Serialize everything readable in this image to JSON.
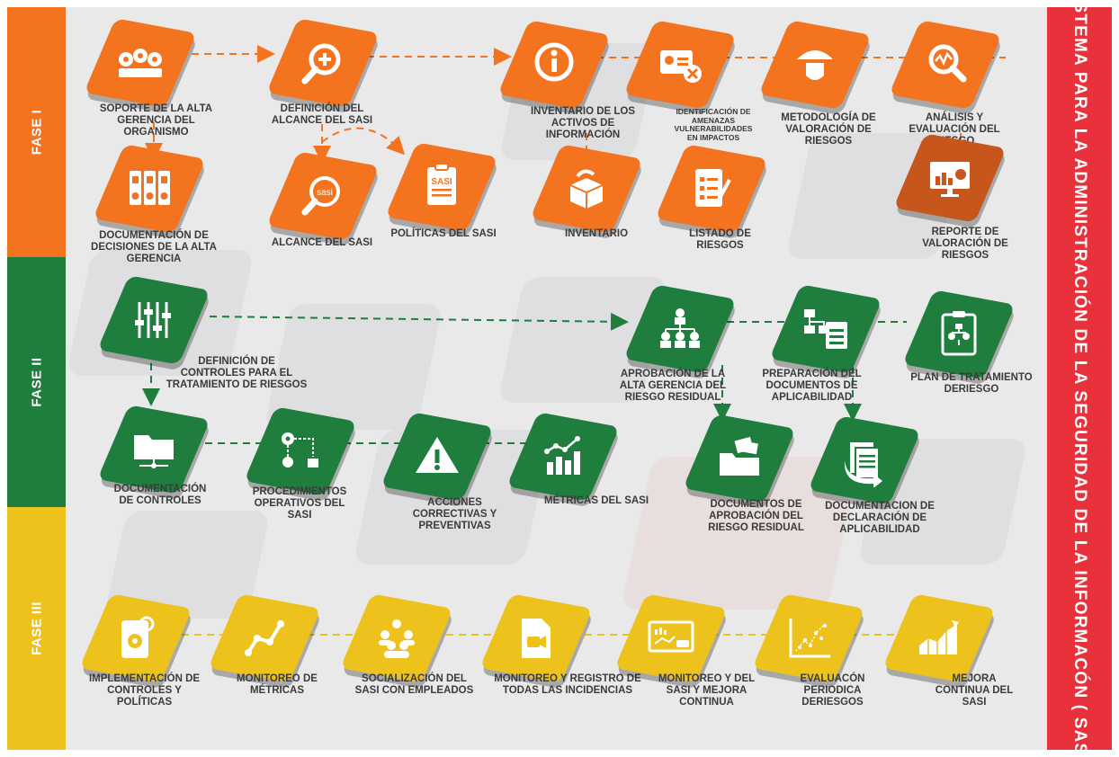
{
  "side_title": "SISTEMA PARA LA ADMINISTRACIÓN DE LA SEGURIDAD DE LA INFORMACÓN ( SASI )",
  "phases": {
    "f1": {
      "label": "FASE I",
      "color": "#f3731f"
    },
    "f2": {
      "label": "FASE II",
      "color": "#1f7d3e"
    },
    "f3": {
      "label": "FASE III",
      "color": "#edc21c"
    }
  },
  "phase1": {
    "soporte": {
      "label": "SOPORTE DE LA ALTA GERENCIA DEL ORGANISMO",
      "icon": "gears-icon"
    },
    "definicion_alcance": {
      "label": "DEFINICIÓN DEL ALCANCE DEL SASI",
      "icon": "magnifier-plus-icon"
    },
    "inventario_activos": {
      "label": "INVENTARIO DE LOS ACTIVOS DE INFORMACIÓN",
      "icon": "info-icon"
    },
    "identificacion": {
      "label": "IDENTIFICACIÓN DE AMENAZAS VULNERABILIDADES EN IMPACTOS",
      "icon": "id-card-x-icon"
    },
    "metodologia": {
      "label": "METODOLOGÍA DE VALORACIÓN DE RIESGOS",
      "icon": "umbrella-shield-icon"
    },
    "analisis": {
      "label": "ANÁLISIS Y EVALUACIÓN DEL RIESGO",
      "icon": "magnifier-chart-icon"
    },
    "documentacion_decisiones": {
      "label": "DOCUMENTACIÓN DE DECISIONES DE LA ALTA GERENCIA",
      "icon": "binders-icon"
    },
    "alcance_sasi": {
      "label": "ALCANCE DEL SASI",
      "icon": "magnifier-sasi-icon",
      "icon_text": "sasi"
    },
    "politicas": {
      "label": "POLÍTICAS DEL SASI",
      "icon": "clipboard-sasi-icon",
      "icon_text": "SASI"
    },
    "inventario": {
      "label": "INVENTARIO",
      "icon": "box-icon"
    },
    "listado_riesgos": {
      "label": "LISTADO DE RIESGOS",
      "icon": "checklist-icon"
    },
    "reporte": {
      "label": "REPORTE DE VALORACIÓN DE RIESGOS",
      "icon": "monitor-report-icon"
    }
  },
  "phase2": {
    "definicion_controles": {
      "label": "DEFINICIÓN DE CONTROLES PARA EL TRATAMIENTO DE RIESGOS",
      "icon": "sliders-icon"
    },
    "aprobacion": {
      "label": "APROBACIÓN DE LA ALTA GERENCIA DEL RIESGO RESIDUAL",
      "icon": "org-chart-icon"
    },
    "preparacion": {
      "label": "PREPARACIÓN DEL DOCUMENTOS DE APLICABILIDAD",
      "icon": "flowchart-clipboard-icon"
    },
    "plan_tratamiento": {
      "label": "PLAN DE TRATAMIENTO DERIESGO",
      "icon": "clipboard-flow-icon"
    },
    "documentacion_controles": {
      "label": "DOCUMENTACIÓN DE CONTROLES",
      "icon": "folder-network-icon"
    },
    "procedimientos": {
      "label": "PROCEDIMIENTOS OPERATIVOS DEL SASI",
      "icon": "gear-process-icon"
    },
    "acciones": {
      "label": "ACCIONES CORRECTIVAS Y PREVENTIVAS",
      "icon": "warning-icon"
    },
    "metricas": {
      "label": "MÉTRICAS DEL SASI",
      "icon": "bar-trend-icon"
    },
    "documentos_aprobacion": {
      "label": "DOCUMENTOS DE APROBACIÓN DEL RIESGO RESIDUAL",
      "icon": "folder-docs-icon"
    },
    "documentacion_declaracion": {
      "label": "DOCUMENTACION DE DECLARACIÓN DE APLICABILIDAD",
      "icon": "docs-arrow-icon"
    }
  },
  "phase3": {
    "implementacion": {
      "label": "IMPLEMENTACIÓN DE CONTROLES Y POLÍTICAS",
      "icon": "phone-gear-icon"
    },
    "monitoreo_metricas": {
      "label": "MONITOREO DE MÉTRICAS",
      "icon": "line-trend-icon"
    },
    "socializacion": {
      "label": "SOCIALIZACIÓN DEL SASI CON EMPLEADOS",
      "icon": "people-icon"
    },
    "monitoreo_registro": {
      "label": "MONITOREO Y REGISTRO DE TODAS LAS INCIDENCIAS",
      "icon": "video-file-icon"
    },
    "monitoreo_mejora": {
      "label": "MONITOREO Y DEL SASI Y MEJORA CONTINUA",
      "icon": "dashboard-icon"
    },
    "evaluacion": {
      "label": "EVALUACÓN PERIODICA DERIESGOS",
      "icon": "scatter-chart-icon"
    },
    "mejora": {
      "label": "MEJORA CONTINUA DEL SASI",
      "icon": "area-chart-icon"
    }
  }
}
